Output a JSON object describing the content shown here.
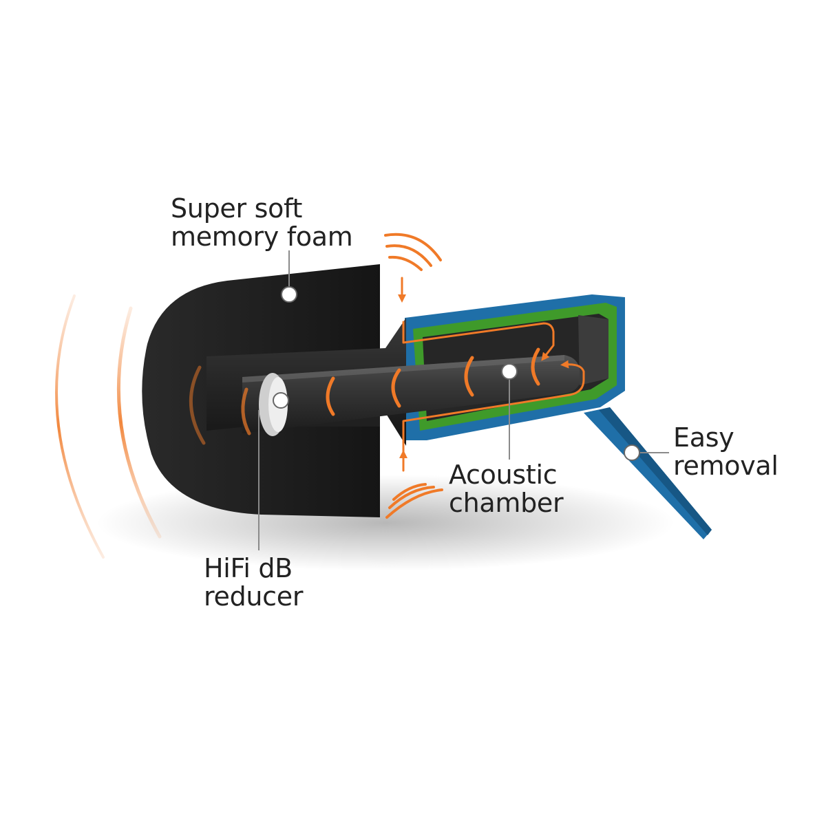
{
  "callouts": {
    "foam": {
      "line1": "Super soft",
      "line2": "memory foam"
    },
    "acoustic": {
      "line1": "Acoustic",
      "line2": "chamber"
    },
    "reducer": {
      "line1": "HiFi dB",
      "line2": "reducer"
    },
    "removal": {
      "line1": "Easy",
      "line2": "removal"
    }
  },
  "colors": {
    "foam": "#1b1b1b",
    "core": "#2e2e2e",
    "shell_blue": "#1f6fa8",
    "shell_green": "#3f9a2a",
    "sound_wave": "#f07a28",
    "leader_line": "#8a8a8a"
  }
}
